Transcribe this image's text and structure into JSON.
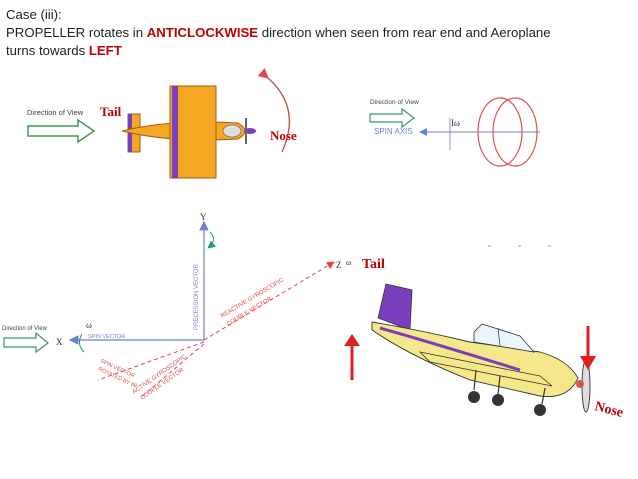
{
  "header": {
    "line1": "Case (iii):",
    "line2_pre": "PROPELLER rotates in ",
    "line2_keyword": "ANTICLOCKWISE",
    "line2_post": " direction when seen from rear end and Aeroplane",
    "line3_pre": "turns towards ",
    "line3_keyword": "LEFT"
  },
  "top_left": {
    "direction_label": "Direction of View",
    "tail_label": "Tail",
    "nose_label": "Nose"
  },
  "top_right": {
    "direction_label": "Direction of View",
    "spin_axis_label": "SPIN AXIS",
    "omega_label": "Iω"
  },
  "axes": {
    "direction_label": "Direction of View",
    "y_label": "Y",
    "x_label": "X",
    "z_label": "Z",
    "omega_label": "ω",
    "precession_label": "PRECESSION VECTOR",
    "spin_vector_label": "SPIN VECTOR",
    "reactive_label_1": "REACTIVE GYROSCOPIC",
    "reactive_label_2": "COUPLE VECTOR",
    "rotated_label_1": "SPIN VECTOR",
    "rotated_label_2": "ROTATED BY δθ",
    "active_label_1": "ACTIVE GYROSCOPIC",
    "active_label_2": "COUPLE VECTOR"
  },
  "plane_3d": {
    "tail_label": "Tail",
    "nose_label": "Nose",
    "omega_small": "ω"
  },
  "colors": {
    "accent_red": "#c00000",
    "arrow_red": "#e02020",
    "fuselage_orange": "#f5a623",
    "tail_purple": "#7a3fbf",
    "axis_blue": "#6a7fd8",
    "reactive_red": "#e04848",
    "green": "#2a9a6a"
  }
}
